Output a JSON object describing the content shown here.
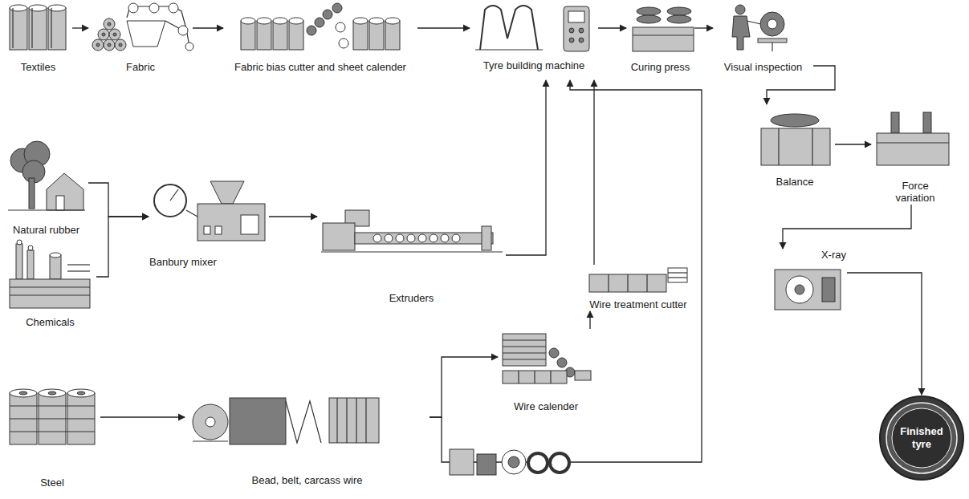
{
  "diagram": {
    "nodes": [
      {
        "text": [
          "Textiles"
        ]
      },
      {
        "text": [
          "Fabric"
        ]
      },
      {
        "text": [
          "Fabric bias cutter and sheet calender"
        ]
      },
      {
        "text": [
          "Tyre building machine"
        ]
      },
      {
        "text": [
          "Curing press"
        ]
      },
      {
        "text": [
          "Visual inspection"
        ]
      },
      {
        "text": [
          "Balance"
        ]
      },
      {
        "text": [
          "Force variation"
        ]
      },
      {
        "text": [
          "X-ray"
        ]
      },
      {
        "text": [
          "Finished tyre"
        ]
      },
      {
        "text": [
          "Natural rubber"
        ]
      },
      {
        "text": [
          "Chemicals"
        ]
      },
      {
        "text": [
          "Banbury mixer"
        ]
      },
      {
        "text": [
          "Extruders"
        ]
      },
      {
        "text": [
          "Wire treatment cutter"
        ]
      },
      {
        "text": [
          "Wire calender"
        ]
      },
      {
        "text": [
          "Steel"
        ]
      },
      {
        "text": [
          "Bead, belt, carcass wire"
        ]
      }
    ],
    "edges": [
      {
        "from": 0,
        "to": 1,
        "arrow": "to"
      },
      {
        "from": 1,
        "to": 2,
        "arrow": "to"
      },
      {
        "from": 2,
        "to": 3,
        "arrow": "to"
      },
      {
        "from": 3,
        "to": 4,
        "arrow": "to"
      },
      {
        "from": 4,
        "to": 5,
        "arrow": "to"
      },
      {
        "from": 5,
        "to": 6,
        "arrow": "to"
      },
      {
        "from": 6,
        "to": 7,
        "arrow": "to"
      },
      {
        "from": 7,
        "to": 8,
        "arrow": "to"
      },
      {
        "from": 8,
        "to": 9,
        "arrow": "to"
      },
      {
        "from": 10,
        "to": 12,
        "arrow": "to"
      },
      {
        "from": 11,
        "to": 12,
        "arrow": "to"
      },
      {
        "from": 12,
        "to": 13,
        "arrow": "to"
      },
      {
        "from": 13,
        "to": 3,
        "arrow": "to"
      },
      {
        "from": 16,
        "to": 17,
        "arrow": "to"
      },
      {
        "from": 17,
        "to": 15,
        "arrow": "to"
      },
      {
        "from": 15,
        "to": 14,
        "arrow": "to"
      },
      {
        "from": 14,
        "to": 3,
        "arrow": "to"
      },
      {
        "from": 17,
        "to": 3,
        "arrow": "to"
      }
    ]
  }
}
